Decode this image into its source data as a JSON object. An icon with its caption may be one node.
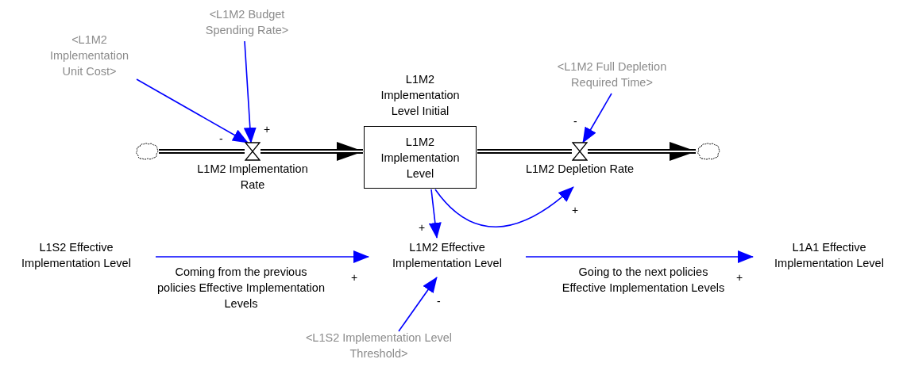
{
  "diagram": {
    "nodes": [
      {
        "text": [],
        "shape": "cloud"
      },
      {
        "text": [
          "L1M2 Implementation Rate"
        ]
      },
      {
        "text": [
          "L1M2 Implementation Level"
        ],
        "beside": [
          "L1M2 Implementation Level Initial"
        ]
      },
      {
        "text": [
          "L1M2 Depletion Rate"
        ]
      },
      {
        "text": [],
        "shape": "cloud"
      },
      {
        "text": [
          "<L1M2 Implementation Unit Cost>"
        ]
      },
      {
        "text": [
          "<L1M2 Budget Spending Rate>"
        ]
      },
      {
        "text": [
          "<L1M2 Full Depletion Required Time>"
        ]
      },
      {
        "text": [
          "L1S2 Effective Implementation Level"
        ]
      },
      {
        "text": [
          "L1M2 Effective Implementation Level"
        ]
      },
      {
        "text": [
          "L1A1 Effective Implementation Level"
        ]
      },
      {
        "text": [
          "<L1S2 Implementation Level Threshold>"
        ]
      }
    ],
    "edges": [
      {
        "from": 0,
        "to": 1,
        "arrow": "none",
        "style": "thick",
        "color": "#000000"
      },
      {
        "from": 1,
        "to": 2,
        "arrow": "to",
        "style": "thick",
        "color": "#000000"
      },
      {
        "from": 2,
        "to": 3,
        "arrow": "none",
        "style": "thick",
        "color": "#000000"
      },
      {
        "from": 3,
        "to": 4,
        "arrow": "to",
        "style": "thick",
        "color": "#000000"
      },
      {
        "from": 5,
        "to": 1,
        "arrow": "to"
      },
      {
        "from": 6,
        "to": 1,
        "arrow": "to"
      },
      {
        "from": 7,
        "to": 3,
        "arrow": "to"
      },
      {
        "from": 2,
        "to": 9,
        "arrow": "to"
      },
      {
        "from": 2,
        "to": 3,
        "arrow": "to"
      },
      {
        "from": 8,
        "to": 9,
        "arrow": "to",
        "label": "Coming from the previous policies Effective Implementation Levels"
      },
      {
        "from": 9,
        "to": 10,
        "arrow": "to",
        "label": "Going to the next policies Effective Implementation Levels"
      },
      {
        "from": 11,
        "to": 9,
        "arrow": "to"
      }
    ],
    "labels": [
      "-",
      "+",
      "-",
      "+",
      "+",
      "+",
      "+",
      "-"
    ]
  }
}
